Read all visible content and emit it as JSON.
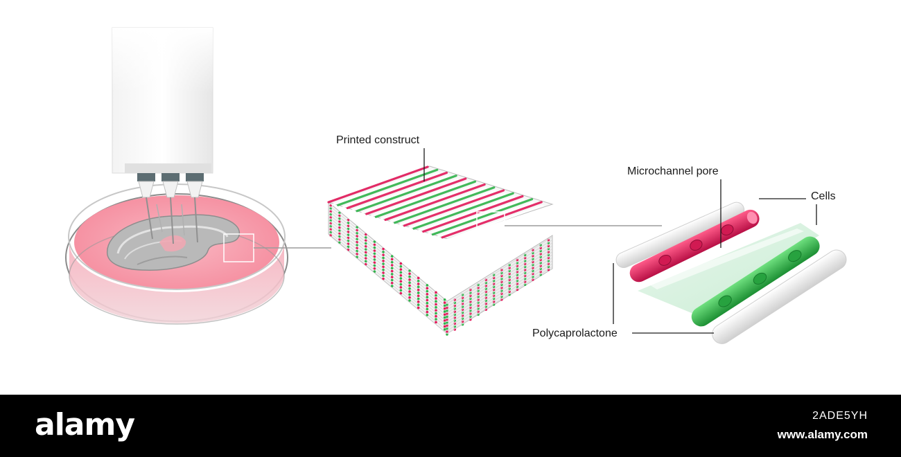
{
  "labels": {
    "printed_construct": "Printed construct",
    "microchannel_pore": "Microchannel pore",
    "cells": "Cells",
    "polycaprolactone": "Polycaprolactone"
  },
  "footer": {
    "brand": "alamy",
    "image_id": "2ADE5YH",
    "url": "www.alamy.com"
  },
  "colors": {
    "magenta": "#e2195a",
    "green": "#2fb34a",
    "pink_medium": "#f6a9b5",
    "gray_pcl": "#e8e8e8",
    "footer_bg": "#000000"
  },
  "icons": [
    "bioprinter-icon",
    "petri-dish-icon",
    "printed-construct-icon",
    "microchannel-detail-icon"
  ]
}
